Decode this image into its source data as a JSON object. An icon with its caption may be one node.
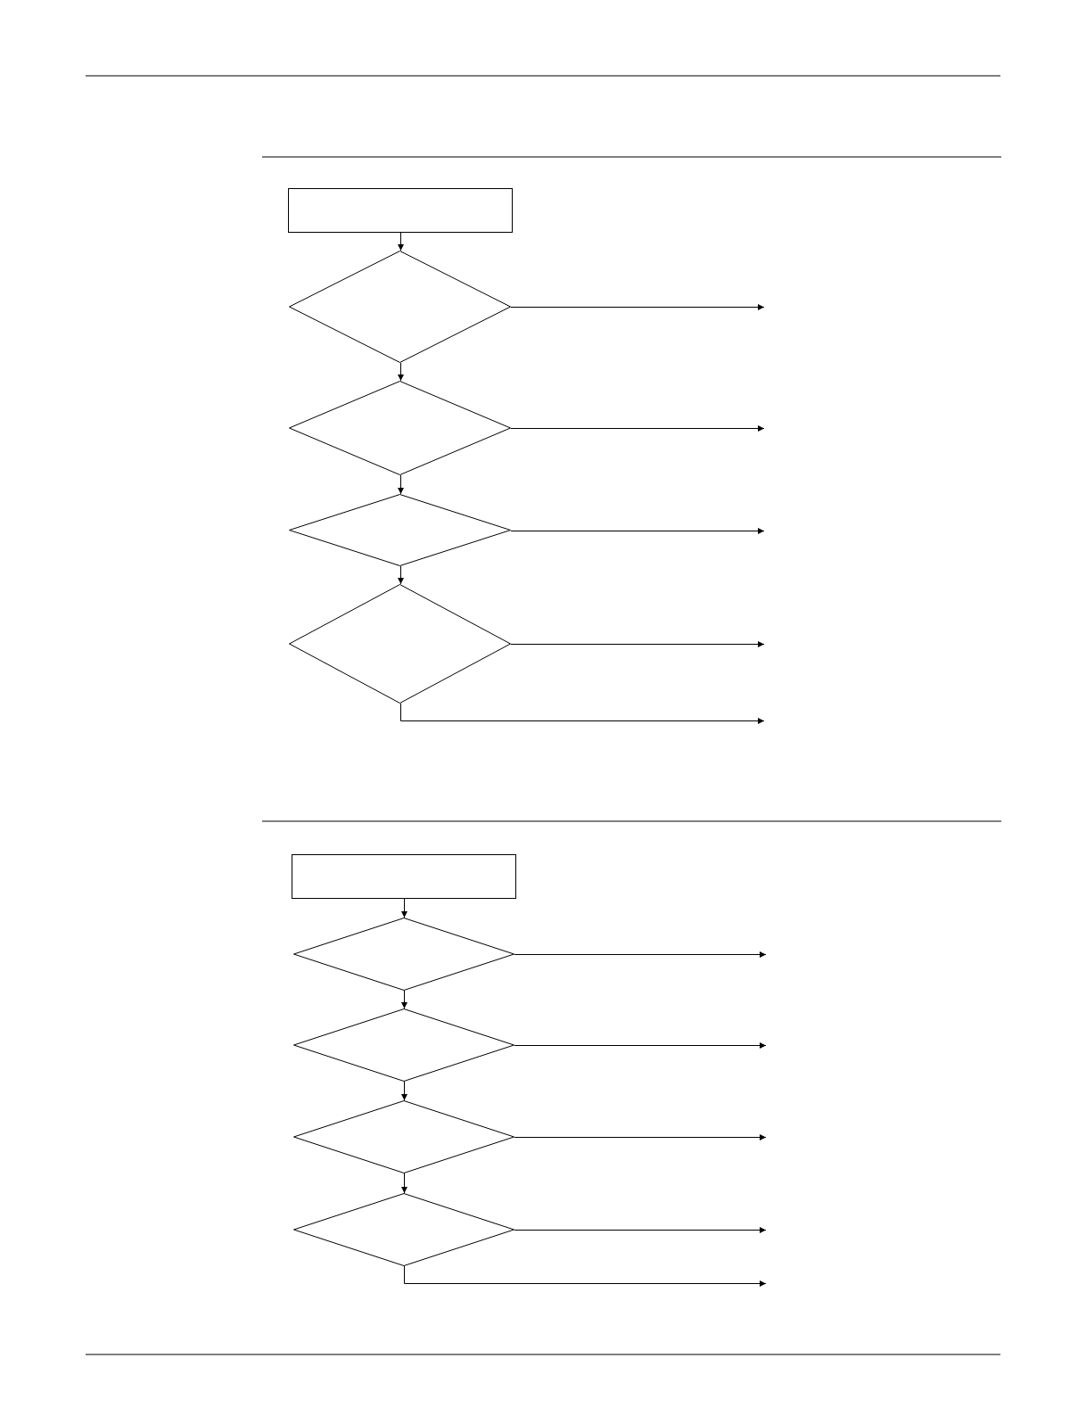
{
  "diagram": {
    "nodes": [
      {
        "text": [],
        "shape": "box"
      },
      {
        "text": [],
        "shape": "diamond"
      },
      {
        "text": [],
        "shape": "diamond"
      },
      {
        "text": [],
        "shape": "diamond"
      },
      {
        "text": [],
        "shape": "diamond"
      },
      {
        "text": [],
        "shape": "box"
      },
      {
        "text": [],
        "shape": "diamond"
      },
      {
        "text": [],
        "shape": "diamond"
      },
      {
        "text": [],
        "shape": "diamond"
      },
      {
        "text": [],
        "shape": "diamond"
      }
    ],
    "edges": [
      {
        "from": 0,
        "to": 1,
        "arrow": "to"
      },
      {
        "from": 1,
        "to": null,
        "arrow": "to"
      },
      {
        "from": 1,
        "to": 2,
        "arrow": "to"
      },
      {
        "from": 2,
        "to": null,
        "arrow": "to"
      },
      {
        "from": 2,
        "to": 3,
        "arrow": "to"
      },
      {
        "from": 3,
        "to": null,
        "arrow": "to"
      },
      {
        "from": 3,
        "to": 4,
        "arrow": "to"
      },
      {
        "from": 4,
        "to": null,
        "arrow": "to"
      },
      {
        "from": 4,
        "to": null,
        "arrow": "to"
      },
      {
        "from": 5,
        "to": 6,
        "arrow": "to"
      },
      {
        "from": 6,
        "to": null,
        "arrow": "to"
      },
      {
        "from": 6,
        "to": 7,
        "arrow": "to"
      },
      {
        "from": 7,
        "to": null,
        "arrow": "to"
      },
      {
        "from": 7,
        "to": 8,
        "arrow": "to"
      },
      {
        "from": 8,
        "to": null,
        "arrow": "to"
      },
      {
        "from": 8,
        "to": 9,
        "arrow": "to"
      },
      {
        "from": 9,
        "to": null,
        "arrow": "to"
      },
      {
        "from": 9,
        "to": null,
        "arrow": "to"
      }
    ]
  }
}
